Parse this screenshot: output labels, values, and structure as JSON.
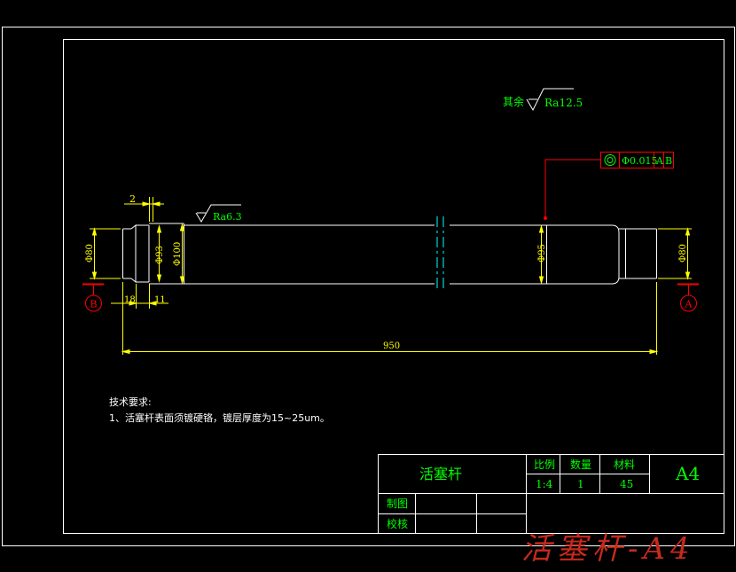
{
  "colors": {
    "background": "#000000",
    "frame": "#ffffff",
    "dimension": "#ffff00",
    "annotation": "#00ff00",
    "leader": "#ff0000",
    "centerline": "#00ffff",
    "watermark": "#c62a1c"
  },
  "drawing": {
    "roughness_other_label": "其余",
    "roughness_other_value": "Ra12.5",
    "roughness_local_value": "Ra6.3",
    "tolerance_symbol": "concentricity-icon",
    "tolerance_value": "Φ0.015",
    "tolerance_datum_1": "A",
    "tolerance_datum_2": "B",
    "dimensions": {
      "chamfer_width": "2",
      "left_end_diameter": "Φ80",
      "groove_diameter": "Φ93",
      "collar_diameter": "Φ100",
      "body_diameter": "Φ95",
      "right_end_diameter": "Φ80",
      "left_step_length": "18",
      "collar_length": "11",
      "total_length": "950"
    },
    "datum_left": "B",
    "datum_right": "A"
  },
  "notes": {
    "heading": "技术要求:",
    "line1": "1、活塞杆表面须镀硬铬，镀层厚度为15~25um。"
  },
  "title_block": {
    "part_name": "活塞杆",
    "scale_label": "比例",
    "quantity_label": "数量",
    "material_label": "材料",
    "scale_value": "1:4",
    "quantity_value": "1",
    "material_value": "45",
    "sheet_size": "A4",
    "drawn_label": "制图",
    "checked_label": "校核"
  },
  "watermark": "活塞杆-A4"
}
